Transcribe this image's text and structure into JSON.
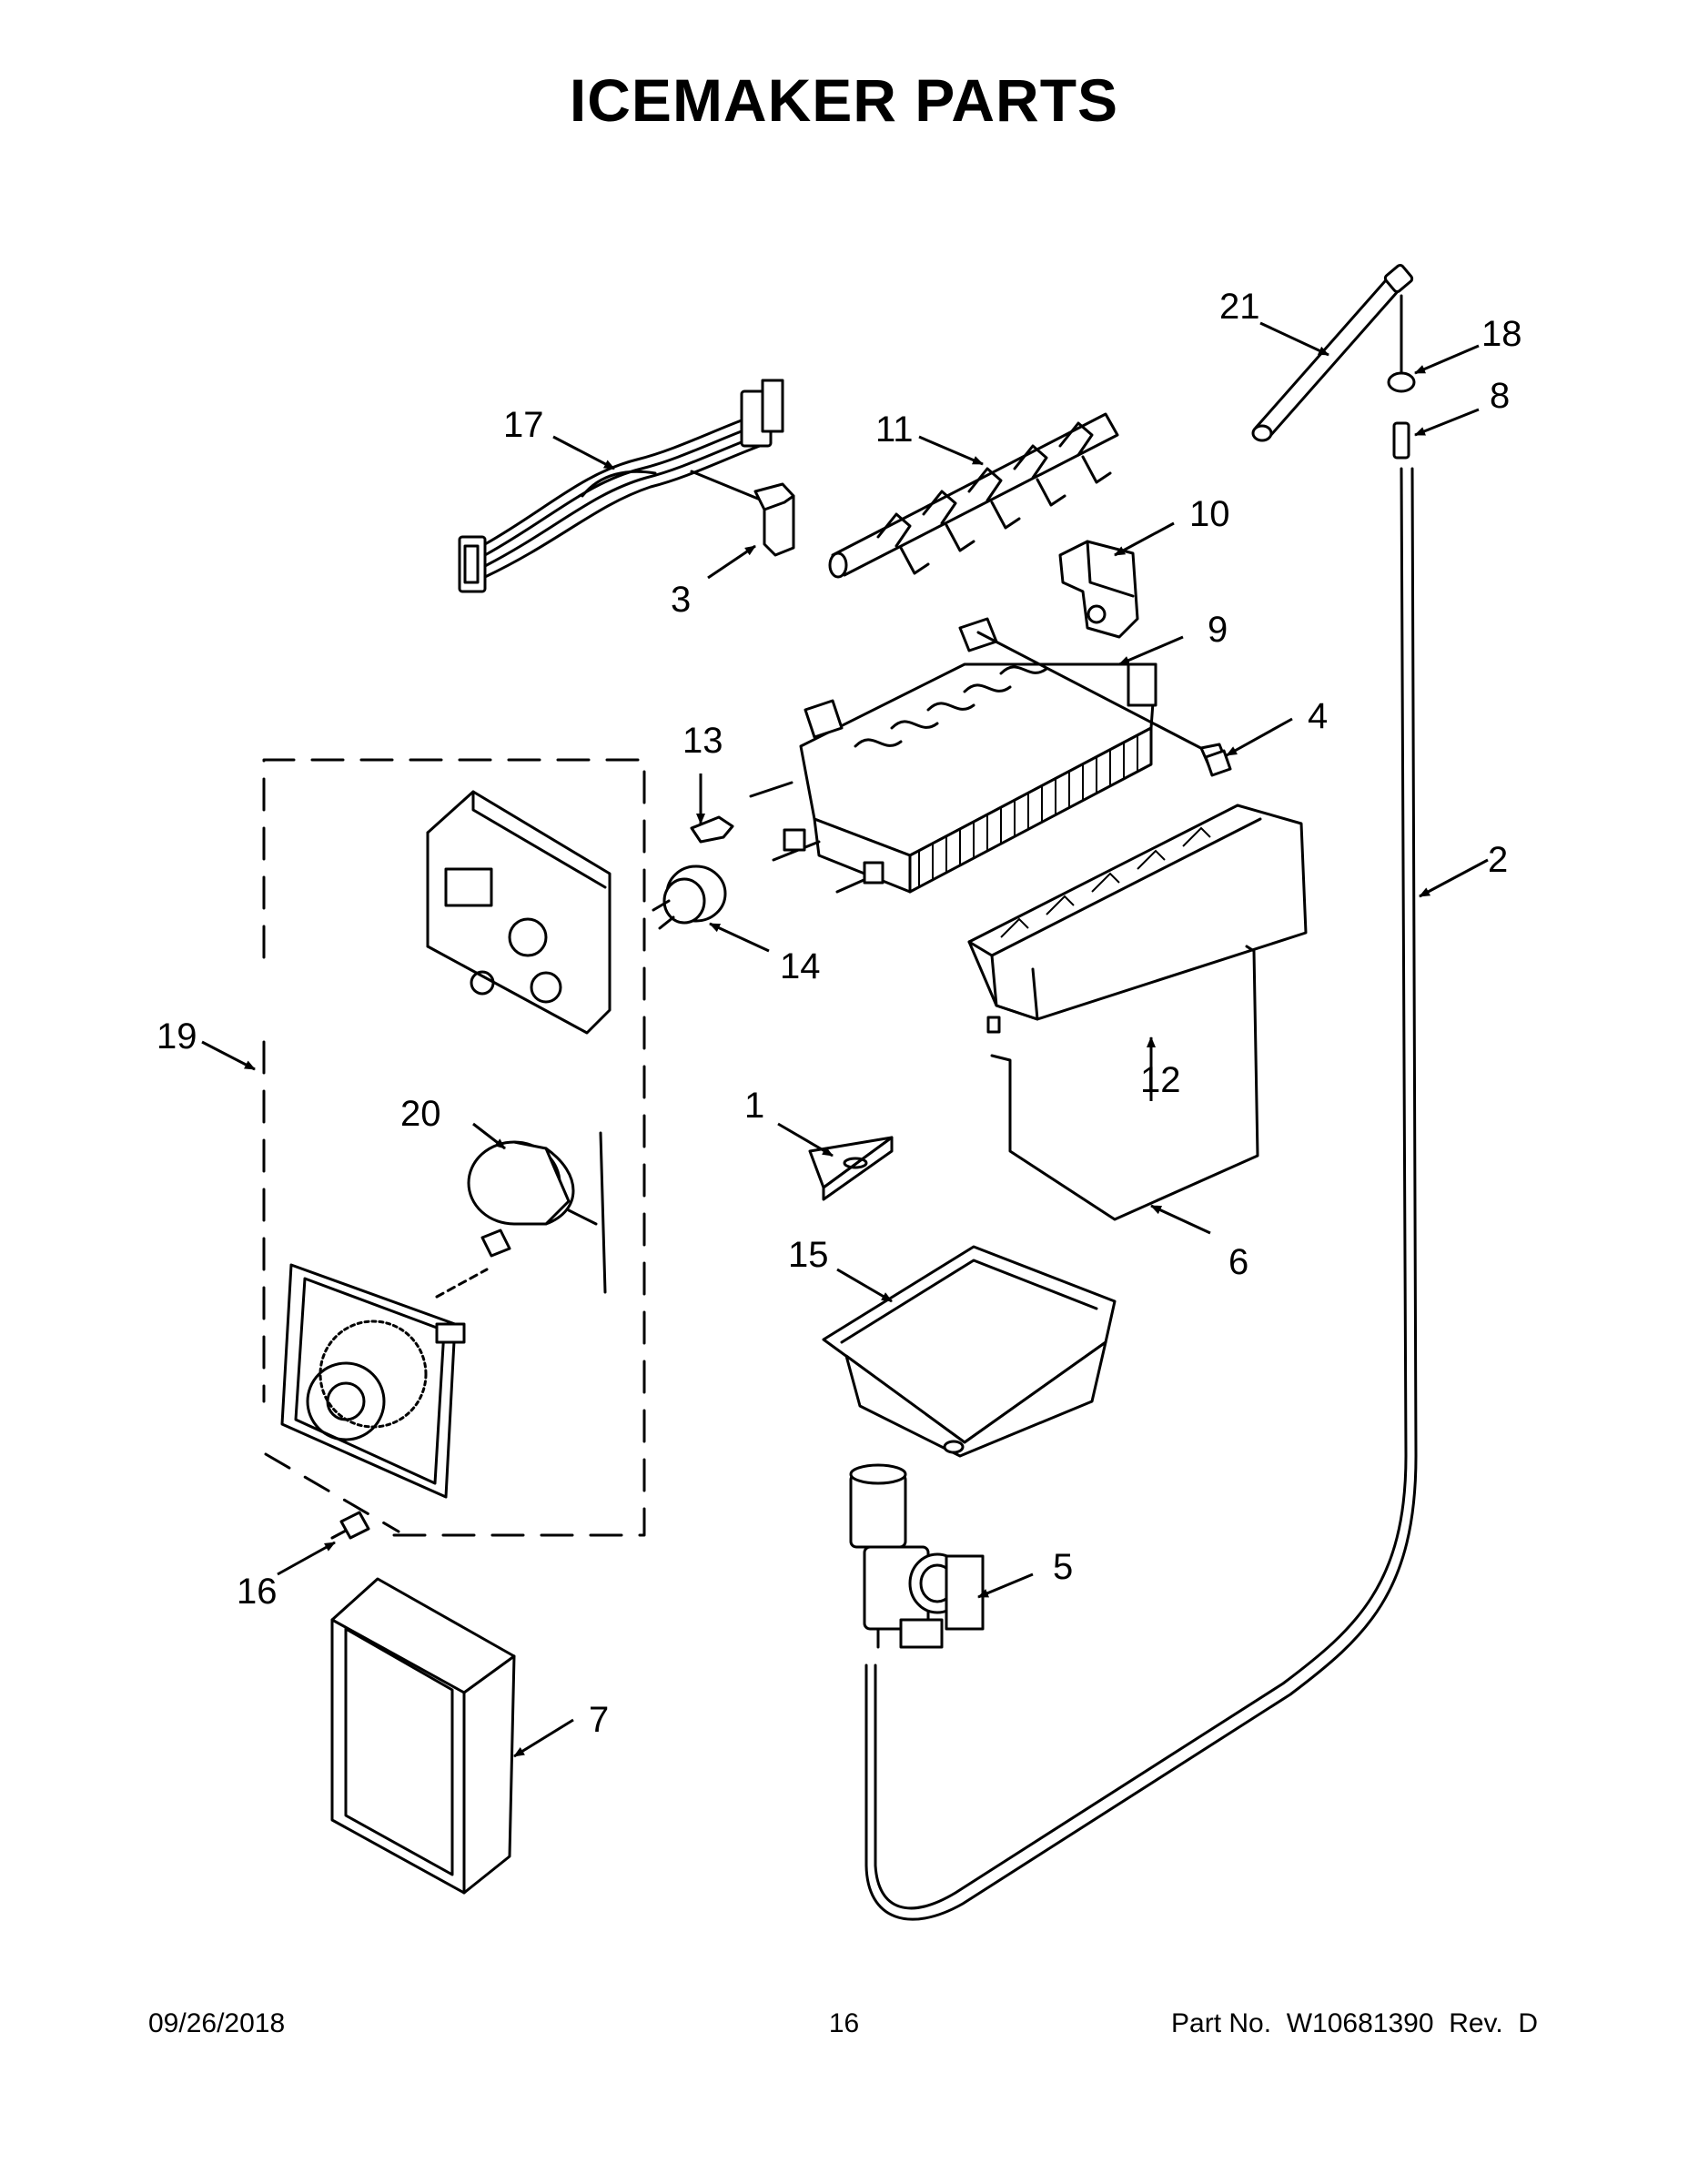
{
  "title": "ICEMAKER PARTS",
  "callouts": {
    "c1": "1",
    "c2": "2",
    "c3": "3",
    "c4": "4",
    "c5": "5",
    "c6": "6",
    "c7": "7",
    "c8": "8",
    "c9": "9",
    "c10": "10",
    "c11": "11",
    "c12": "12",
    "c13": "13",
    "c14": "14",
    "c15": "15",
    "c16": "16",
    "c17": "17",
    "c18": "18",
    "c19": "19",
    "c20": "20",
    "c21": "21"
  },
  "footer": {
    "date": "09/26/2018",
    "page": "16",
    "part": "Part No.  W10681390  Rev.  D"
  }
}
